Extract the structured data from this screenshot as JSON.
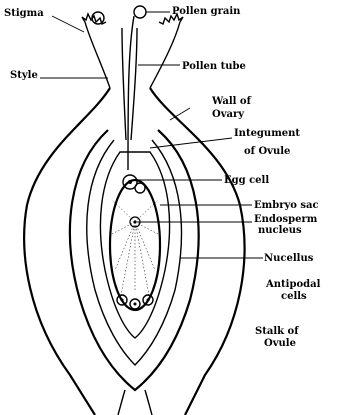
{
  "labels": {
    "stigma": "Stigma",
    "pollen_grain": "Pollen grain",
    "style": "Style",
    "pollen_tube": "Pollen tube",
    "wall_of_ovary_1": "Wall of",
    "wall_of_ovary_2": "Ovary",
    "integument_1": "Integument",
    "integument_2": "of Ovule",
    "egg_cell": "Egg cell",
    "embryo_sac": "Embryo sac",
    "endosperm_1": "Endosperm",
    "endosperm_2": "nucleus",
    "nucellus": "Nucellus",
    "antipodal_1": "Antipodal",
    "antipodal_2": "cells",
    "stalk_1": "Stalk of",
    "stalk_2": "Ovule"
  }
}
